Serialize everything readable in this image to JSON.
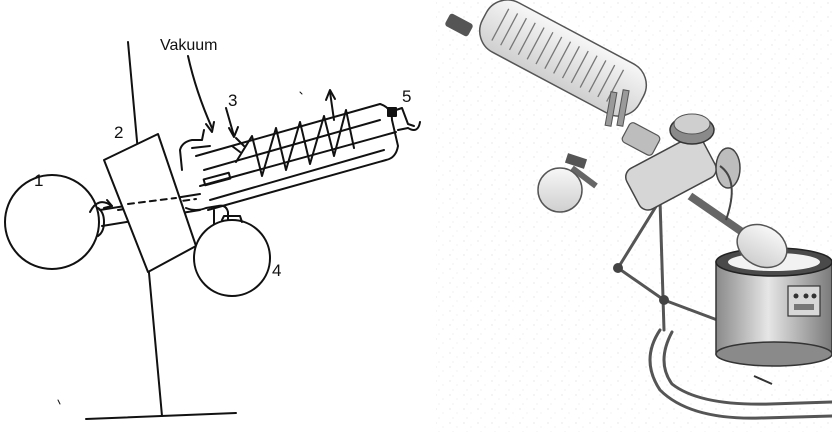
{
  "left_diagram": {
    "vacuum_label": "Vakuum",
    "labels": {
      "flask_1": "1",
      "housing_2": "2",
      "inlet_3": "3",
      "flask_4": "4",
      "outlet_5": "5"
    }
  },
  "right_illustration": {
    "style": "shaded grayscale drawing of a rotary evaporator"
  },
  "colors": {
    "line": "#111111",
    "shade_light": "#e9e9e9",
    "shade_mid": "#bdbdbd",
    "shade_dark": "#6f6f6f"
  }
}
